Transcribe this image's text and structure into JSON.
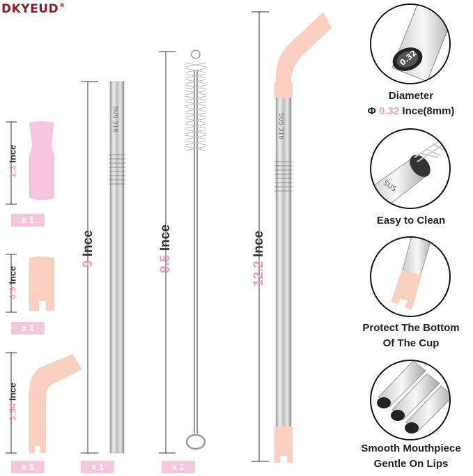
{
  "brand": {
    "name": "DKYEUD",
    "reg": "®"
  },
  "tips": [
    {
      "number": "1.3",
      "unit": "Ince",
      "qty": "x 1",
      "color": "#f7c6dd"
    },
    {
      "number": "0.9",
      "unit": "Ince",
      "qty": "x 1",
      "color": "#f9d0c2"
    },
    {
      "number": "3.54",
      "unit": "Ince",
      "qty": "x 1",
      "color": "#f9d0c2"
    }
  ],
  "items": [
    {
      "number": "9",
      "unit": "Ince",
      "qty": "x 1",
      "engraving": "SUS 316"
    },
    {
      "number": "9.5",
      "unit": "Ince",
      "qty": "x 1"
    },
    {
      "number": "12.2",
      "unit": "Ince",
      "engraving": "SUS 316"
    }
  ],
  "features": [
    {
      "line1_prefix": "Diameter",
      "line2_prefix": "Φ ",
      "line2_value": "0.32",
      "line2_suffix": " Ince(8mm)",
      "badge": "0.32"
    },
    {
      "line1": "Easy to Clean",
      "engraving": "SUS"
    },
    {
      "line1": "Protect The Bottom",
      "line2": "Of The Cup"
    },
    {
      "line1": "Smooth Mouthpiece",
      "line2": "Gentle On Lips"
    }
  ],
  "colors": {
    "accent_pink": "#e7a1c4",
    "qty_bg": "#f5c7dc",
    "brand": "#8b1e2a",
    "silicone_peach": "#f9d0c2"
  }
}
